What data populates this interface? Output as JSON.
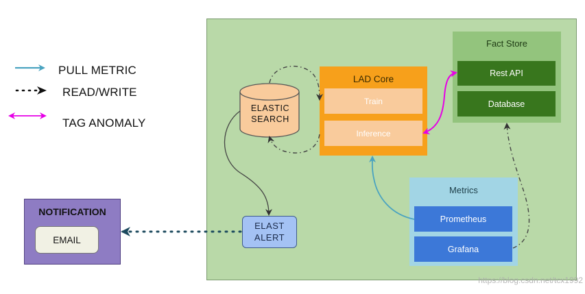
{
  "legend": {
    "pull_metric": "PULL METRIC",
    "read_write": "READ/WRITE",
    "tag_anomaly": "TAG ANOMALY"
  },
  "elastic_search": {
    "line1": "ELASTIC",
    "line2": "SEARCH"
  },
  "lad_core": {
    "title": "LAD Core",
    "train": "Train",
    "inference": "Inference"
  },
  "fact_store": {
    "title": "Fact Store",
    "rest_api": "Rest API",
    "database": "Database"
  },
  "metrics": {
    "title": "Metrics",
    "prometheus": "Prometheus",
    "grafana": "Grafana"
  },
  "elast_alert": {
    "line1": "ELAST",
    "line2": "ALERT"
  },
  "notification": {
    "title": "NOTIFICATION",
    "email": "EMAIL"
  },
  "watermark": "https://blog.csdn.net/tcx1992",
  "colors": {
    "panel_green": "#b9d9a8",
    "fact_store": "#93c47d",
    "dark_green": "#38761d",
    "lad_orange": "#f7a01b",
    "light_orange": "#f9cb9c",
    "metrics_blue": "#a2d5e5",
    "blue": "#3c78d8",
    "elast_alert": "#a4c2f4",
    "notification": "#8e7cc3",
    "pull_arrow": "#4aa3c0",
    "tag_arrow": "#e600e6"
  }
}
